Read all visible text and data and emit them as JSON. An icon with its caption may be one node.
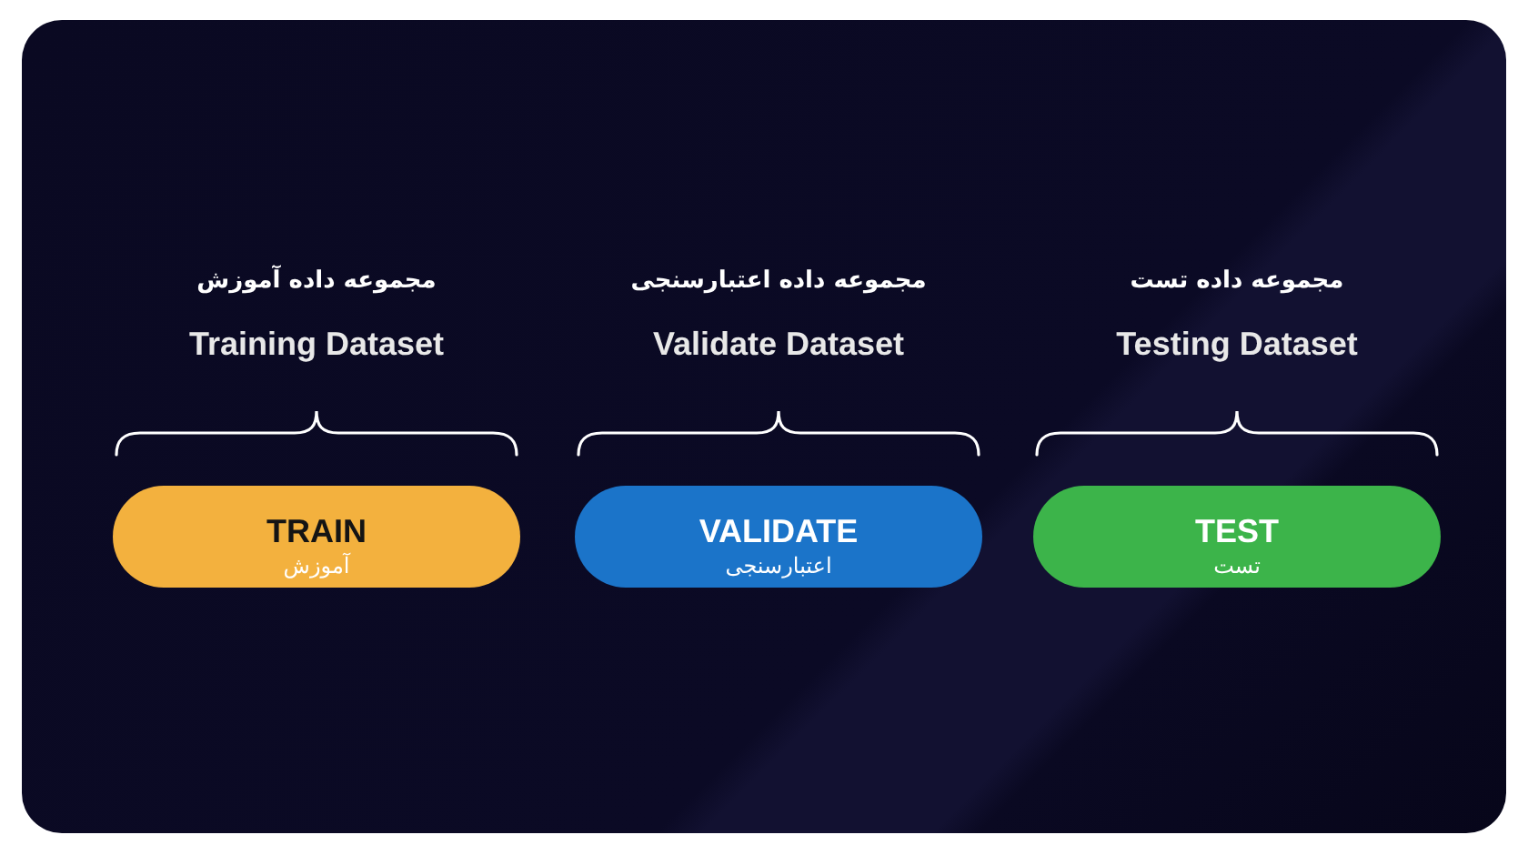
{
  "diagram": {
    "nodes": [
      {
        "text": [
          "TRAIN",
          "آموزش"
        ]
      },
      {
        "text": [
          "VALIDATE",
          "اعتبارسنجی"
        ]
      },
      {
        "text": [
          "TEST",
          "تست"
        ]
      }
    ],
    "labels": [
      "مجموعه داده آموزش",
      "مجموعه داده اعتبارسنجی",
      "مجموعه داده تست",
      "Training Dataset",
      "Validate Dataset",
      "Testing Dataset"
    ]
  }
}
